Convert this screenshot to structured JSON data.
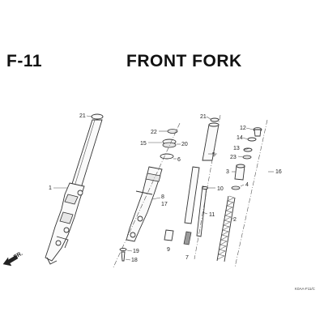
{
  "header": {
    "page_code": "F-11",
    "title": "FRONT FORK"
  },
  "footer": {
    "code": "K0AA-F11/C",
    "direction_label": "FR."
  },
  "callouts": [
    {
      "id": "c21a",
      "text": "21"
    },
    {
      "id": "c1",
      "text": "1"
    },
    {
      "id": "c22",
      "text": "22"
    },
    {
      "id": "c15",
      "text": "15"
    },
    {
      "id": "c20",
      "text": "20"
    },
    {
      "id": "c6",
      "text": "6"
    },
    {
      "id": "c8",
      "text": "8"
    },
    {
      "id": "c17",
      "text": "17"
    },
    {
      "id": "c19",
      "text": "19"
    },
    {
      "id": "c18",
      "text": "18"
    },
    {
      "id": "c21b",
      "text": "21"
    },
    {
      "id": "c5",
      "text": "5"
    },
    {
      "id": "c10",
      "text": "10"
    },
    {
      "id": "c11",
      "text": "11"
    },
    {
      "id": "c9",
      "text": "9"
    },
    {
      "id": "c7",
      "text": "7"
    },
    {
      "id": "c12",
      "text": "12"
    },
    {
      "id": "c14",
      "text": "14"
    },
    {
      "id": "c13",
      "text": "13"
    },
    {
      "id": "c23",
      "text": "23"
    },
    {
      "id": "c3",
      "text": "3"
    },
    {
      "id": "c4",
      "text": "4"
    },
    {
      "id": "c16",
      "text": "16"
    },
    {
      "id": "c2",
      "text": "2"
    }
  ]
}
